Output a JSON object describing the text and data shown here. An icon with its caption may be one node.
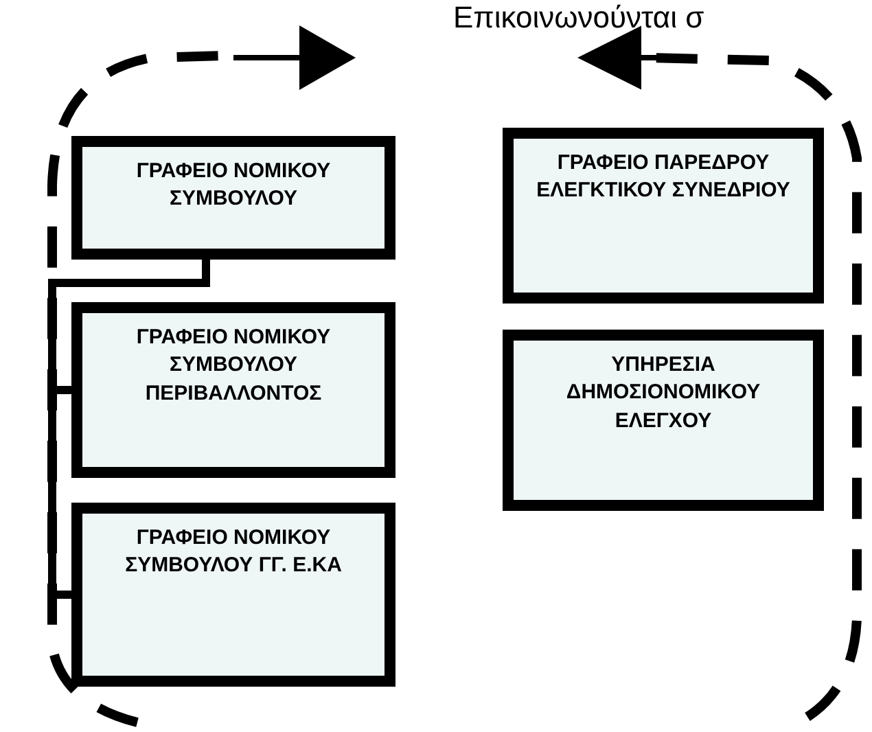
{
  "diagram": {
    "nodes": [
      {
        "text": [
          "ΓΡΑΦΕΙΟ ΝΟΜΙΚΟΥ ΣΥΜΒΟΥΛΟΥ"
        ]
      },
      {
        "text": [
          "ΓΡΑΦΕΙΟ ΝΟΜΙΚΟΥ ΣΥΜΒΟΥΛΟΥ ΠΕΡΙΒΑΛΛΟΝΤΟΣ"
        ]
      },
      {
        "text": [
          "ΓΡΑΦΕΙΟ ΝΟΜΙΚΟΥ ΣΥΜΒΟΥΛΟΥ ΓΓ. Ε.ΚΑ"
        ]
      },
      {
        "text": [
          "ΓΡΑΦΕΙΟ ΠΑΡΕΔΡΟΥ ΕΛΕΓΚΤΙΚΟΥ ΣΥΝΕΔΡΙΟΥ"
        ]
      },
      {
        "text": [
          "ΥΠΗΡΕΣΙΑ ΔΗΜΟΣΙΟΝΟΜΙΚΟΥ ΕΛΕΓΧΟΥ"
        ]
      }
    ],
    "edges": [
      {
        "from": 0,
        "to": 1,
        "arrow": "none"
      },
      {
        "from": 0,
        "to": 2,
        "arrow": "none"
      }
    ],
    "labels": [
      "Επικοινωνούνται σ"
    ]
  }
}
